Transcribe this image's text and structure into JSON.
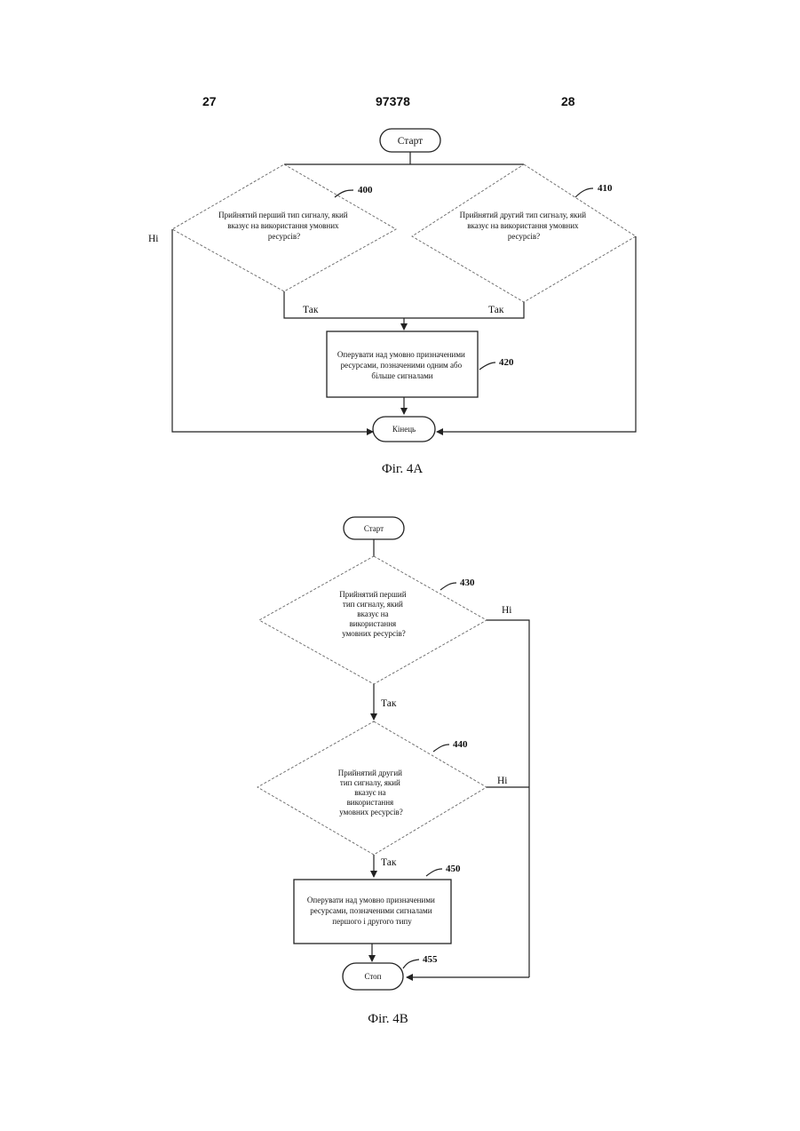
{
  "header": {
    "left_page": "27",
    "doc_number": "97378",
    "right_page": "28"
  },
  "fig_4a": {
    "start": "Старт",
    "decision_400": {
      "ref": "400",
      "lines": [
        "Прийнятий перший тип сигналу, який",
        "вказує на використання умовних",
        "ресурсів?"
      ]
    },
    "decision_410": {
      "ref": "410",
      "lines": [
        "Прийнятий другий тип сигналу, який",
        "вказує на використання умовних",
        "ресурсів?"
      ]
    },
    "no_label": "Ні",
    "yes_label_left": "Так",
    "yes_label_right": "Так",
    "process_420": {
      "ref": "420",
      "lines": [
        "Оперувати над умовно призначеними",
        "ресурсами, позначеними одним або",
        "більше сигналами"
      ]
    },
    "end": "Кінець",
    "caption": "Фіг. 4А"
  },
  "fig_4b": {
    "start": "Старт",
    "decision_430": {
      "ref": "430",
      "lines": [
        "Прийнятий перший",
        "тип сигналу, який",
        "вказує на",
        "використання",
        "умовних ресурсів?"
      ]
    },
    "no_label_1": "Ні",
    "yes_label_1": "Так",
    "decision_440": {
      "ref": "440",
      "lines": [
        "Прийнятий другий",
        "тип сигналу, який",
        "вказує на",
        "використання",
        "умовних ресурсів?"
      ]
    },
    "no_label_2": "Ні",
    "yes_label_2": "Так",
    "process_450": {
      "ref": "450",
      "lines": [
        "Оперувати над умовно призначеними",
        "ресурсами, позначеними сигналами",
        "першого і другого типу"
      ]
    },
    "stop": {
      "ref": "455",
      "label": "Стоп"
    },
    "caption": "Фіг. 4В"
  }
}
